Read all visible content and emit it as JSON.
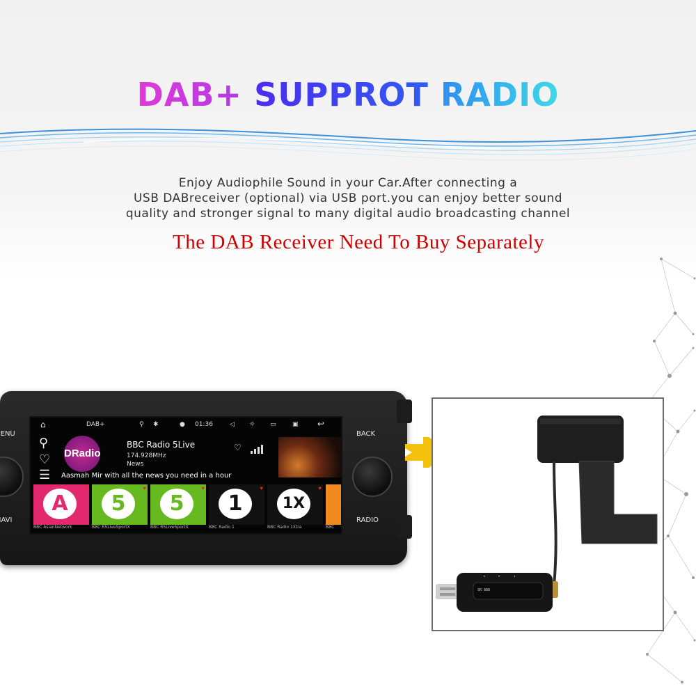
{
  "headline": {
    "word1": "DAB+",
    "word2": "SUPPROT",
    "word3": "RADIO"
  },
  "description": {
    "line1": "Enjoy Audiophile Sound in your Car.After connecting a",
    "line2": "USB DABreceiver (optional) via USB port.you can enjoy better sound",
    "line3": "quality and stronger signal to many digital audio broadcasting channel"
  },
  "notice": "The DAB Receiver Need To Buy Separately",
  "head_unit": {
    "buttons": {
      "menu": "MENU",
      "navi": "NAVI",
      "back": "BACK",
      "radio": "RADIO"
    },
    "status_bar": {
      "app_title": "DAB+",
      "time": "01:36"
    },
    "station": {
      "logo_text": "DRadio",
      "name": "BBC Radio 5Live",
      "frequency": "174.928MHz",
      "genre": "News",
      "ticker": "Aasmah Mir with all the news you need in a hour"
    },
    "presets": [
      {
        "label": "BBC AsianNetwork",
        "symbol": "A",
        "bg": "#e2296d",
        "fg": "#e2296d"
      },
      {
        "label": "BBC R5LiveSportX",
        "symbol": "5",
        "bg": "#66b91f",
        "fg": "#66b91f"
      },
      {
        "label": "BBC R5LiveSportX",
        "symbol": "5",
        "bg": "#66b91f",
        "fg": "#66b91f"
      },
      {
        "label": "BBC Radio 1",
        "symbol": "1",
        "bg": "#111111",
        "fg": "#111111"
      },
      {
        "label": "BBC Radio 1Xtra",
        "symbol": "1X",
        "bg": "#111111",
        "fg": "#111111"
      },
      {
        "label": "BBC",
        "symbol": "",
        "bg": "#f08a1c",
        "fg": "#f08a1c"
      }
    ]
  },
  "receiver": {
    "screen_text": "SR 888",
    "buttons": [
      "◂",
      "▸",
      "▴"
    ]
  },
  "colors": {
    "notice": "#d00000",
    "arrow": "#f4c20d",
    "frame": "#6b6b6b"
  }
}
